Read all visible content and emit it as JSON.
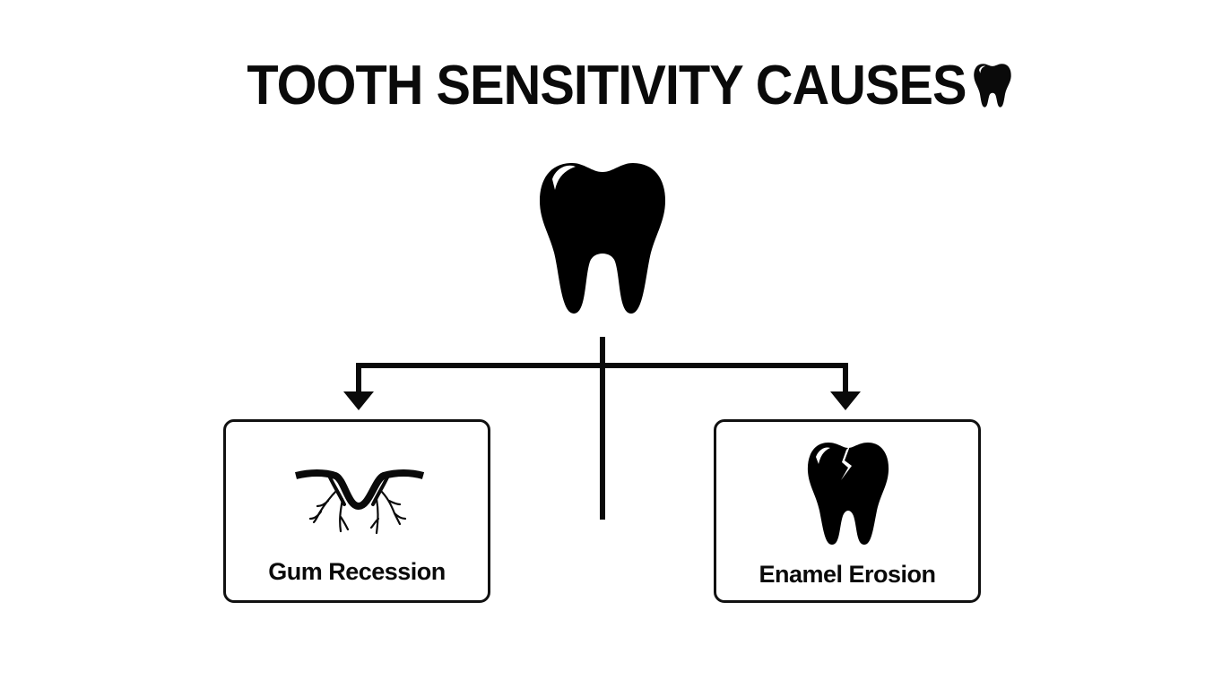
{
  "title": "TOOTH SENSITIVITY CAUSES",
  "root": {
    "icon": "tooth-icon"
  },
  "causes": [
    {
      "label": "Gum Recession",
      "icon": "receding-gum-icon"
    },
    {
      "label": "Enamel Erosion",
      "icon": "cracked-tooth-icon"
    }
  ],
  "colors": {
    "ink": "#0a0a0a",
    "background": "#ffffff"
  }
}
